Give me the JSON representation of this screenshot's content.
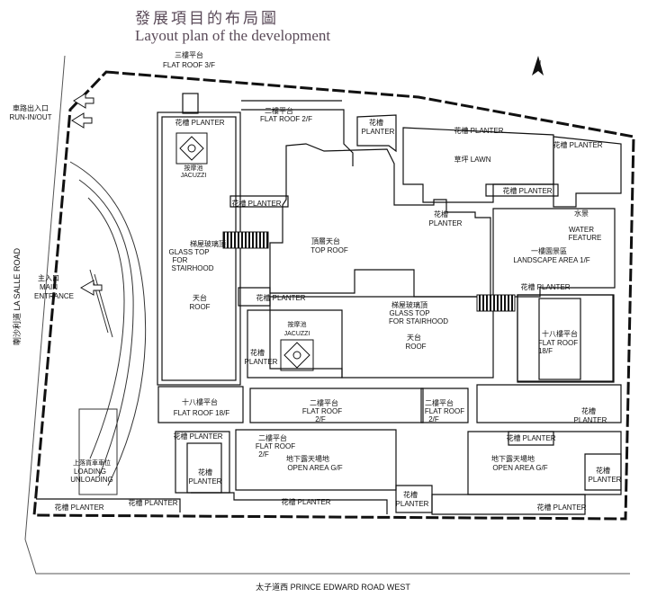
{
  "header": {
    "title_zh": "發展項目的布局圖",
    "title_en": "Layout plan of the development"
  },
  "north": "N",
  "roads": {
    "south": "太子道西 PRINCE EDWARD ROAD WEST",
    "west": "喇沙利道 LA SALLE ROAD"
  },
  "labels": {
    "flat_roof_3f_zh": "三樓平台",
    "flat_roof_3f_en": "FLAT ROOF 3/F",
    "planter_zh": "花槽",
    "planter_en": "PLANTER",
    "planter_full": "花槽 PLANTER",
    "flat_roof_2f_zh": "二樓平台",
    "flat_roof_2f_en": "FLAT ROOF 2/F",
    "flat_roof_2f_a": "FLAT ROOF",
    "flat_roof_2f_b": "2/F",
    "jacuzzi_zh": "按摩池",
    "jacuzzi_en": "JACUZZI",
    "lawn": "草坪 LAWN",
    "run_in_zh": "車路出入口",
    "run_in_en": "RUN-IN/OUT",
    "glass_zh": "梯屋玻璃頂",
    "glass_en1": "GLASS TOP",
    "glass_en2": "FOR",
    "glass_en3": "STAIRHOOD",
    "glass_en_for_stair": "FOR STAIRHOOD",
    "top_roof_zh": "頂層天台",
    "top_roof_en": "TOP ROOF",
    "water_zh": "水景",
    "water_en1": "WATER",
    "water_en2": "FEATURE",
    "landscape_zh": "一樓園景區",
    "landscape_en": "LANDSCAPE AREA 1/F",
    "main_entrance_zh": "主入口",
    "main_entrance_en1": "MAIN",
    "main_entrance_en2": "ENTRANCE",
    "roof_zh": "天台",
    "roof_en": "ROOF",
    "flat_roof_18f_zh": "十八樓平台",
    "flat_roof_18f_en": "FLAT ROOF 18/F",
    "flat_roof_18f_a": "FLAT ROOF",
    "flat_roof_18f_b": "18/F",
    "open_area_zh": "地下露天場地",
    "open_area_en": "OPEN AREA G/F",
    "loading_zh": "上落貨車車位",
    "loading_en1": "LOADING",
    "loading_en2": "UNLOADING"
  }
}
